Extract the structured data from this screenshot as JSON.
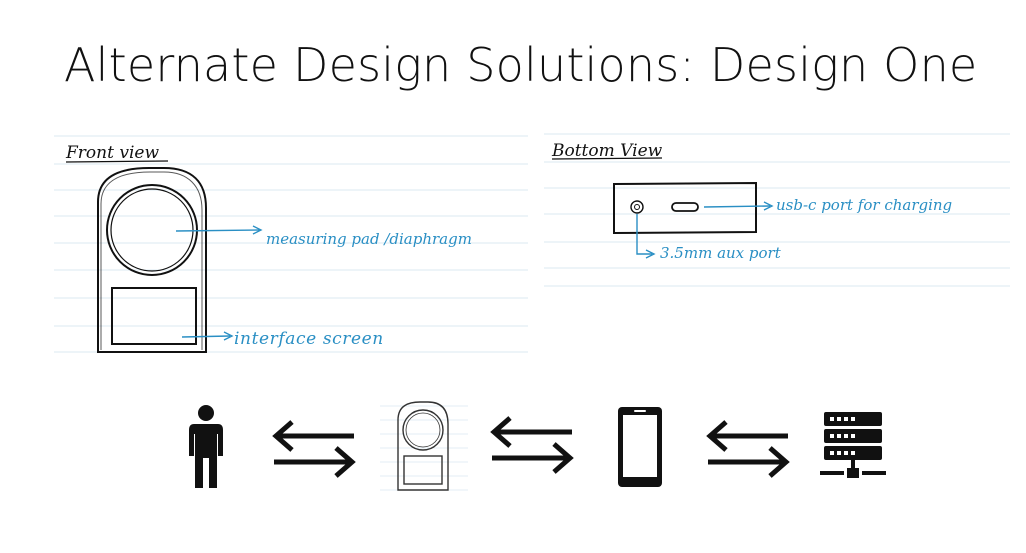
{
  "title": "Alternate Design Solutions: Design One",
  "front_sketch": {
    "heading": "Front view",
    "label_pad": "measuring pad /diaphragm",
    "label_screen": "interface screen"
  },
  "bottom_sketch": {
    "heading": "Bottom View",
    "label_usb": "usb-c  port for charging",
    "label_aux": "3.5mm aux port"
  },
  "flow": [
    {
      "name": "person-icon"
    },
    {
      "name": "bidirectional-arrows-icon"
    },
    {
      "name": "device-thumbnail"
    },
    {
      "name": "bidirectional-arrows-icon"
    },
    {
      "name": "smartphone-icon"
    },
    {
      "name": "bidirectional-arrows-icon"
    },
    {
      "name": "server-icon"
    }
  ],
  "colors": {
    "ink": "#111111",
    "annotation_blue": "#2a8fc4",
    "ruled_line": "#cfe3ee"
  }
}
